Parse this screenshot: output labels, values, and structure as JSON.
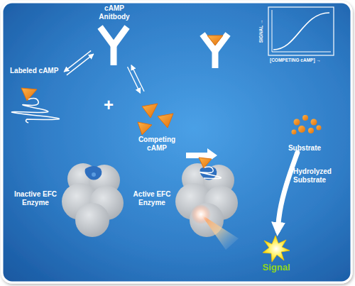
{
  "diagram": {
    "nodes": [
      {
        "text": [
          "cAMP Anitbody"
        ]
      },
      {
        "text": [
          "Labeled cAMP"
        ]
      },
      {
        "text": [
          "Competing cAMP"
        ]
      },
      {
        "text": [
          "Inactive EFC Enzyme"
        ]
      },
      {
        "text": [
          "Active EFC Enzyme"
        ]
      },
      {
        "text": [
          "Substrate"
        ]
      },
      {
        "text": [
          "Signal"
        ]
      }
    ],
    "edges": [
      {
        "from": 1,
        "to": 0,
        "arrow": "both"
      },
      {
        "from": 2,
        "to": 0,
        "arrow": "both"
      },
      {
        "from": 5,
        "to": 6,
        "arrow": "to",
        "label": "Hydrolyzed Substrate"
      }
    ],
    "labels": [
      "+",
      "SIGNAL →",
      "[COMPETING cAMP] →"
    ]
  }
}
